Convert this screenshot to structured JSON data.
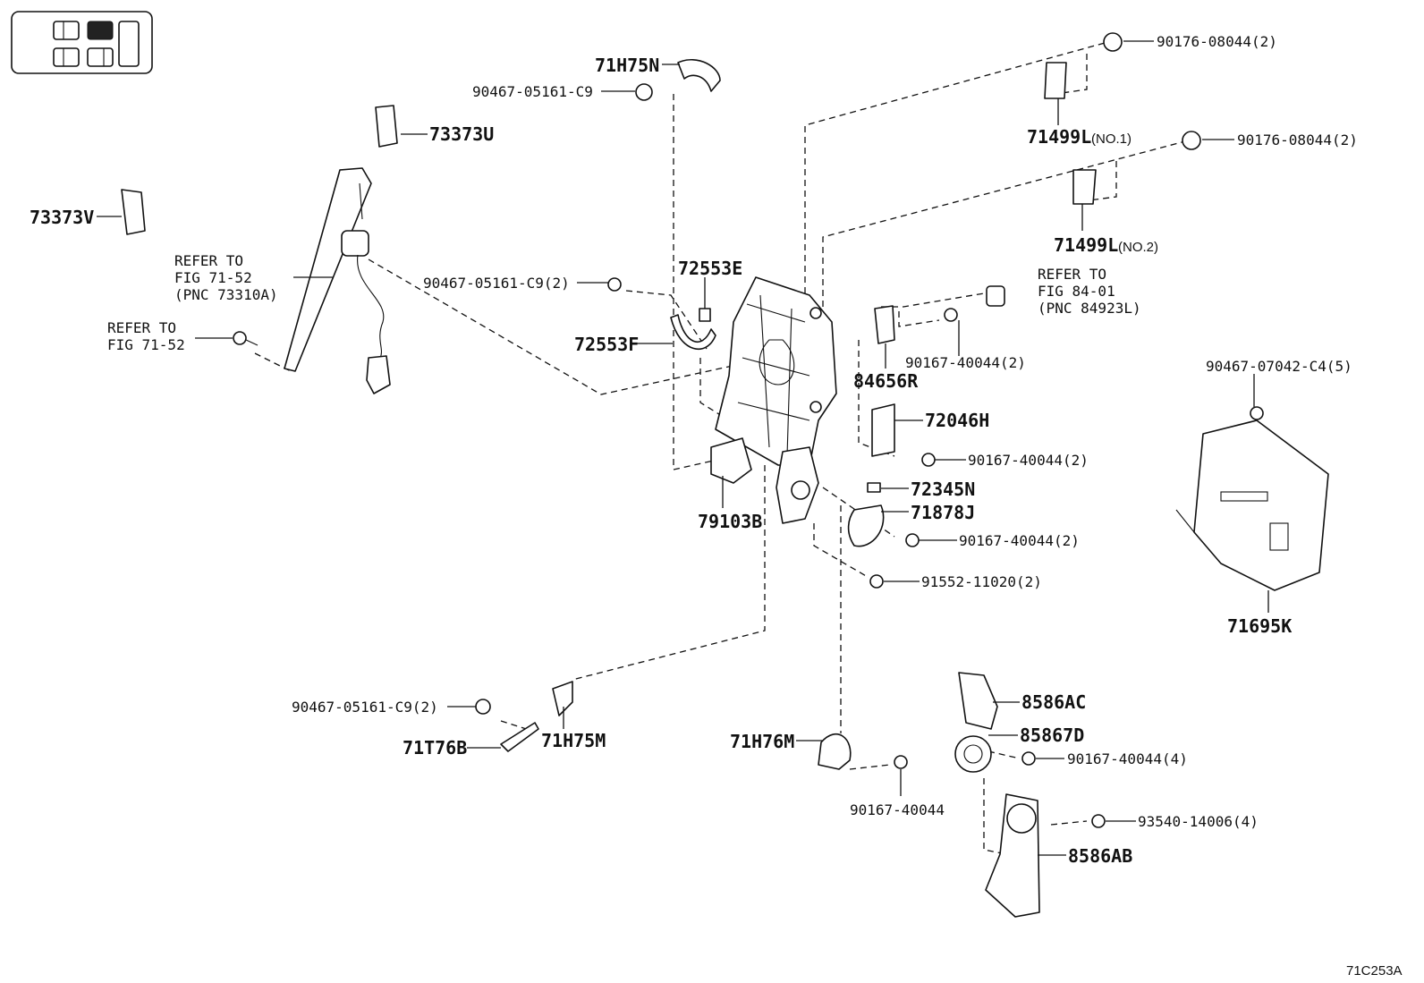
{
  "diagram": {
    "ref_code": "71C253A",
    "refer_notes": {
      "belt": [
        "REFER TO",
        "FIG 71-52",
        "(PNC 73310A)"
      ],
      "anchor": [
        "REFER TO",
        "FIG 71-52"
      ],
      "switch": [
        "REFER TO",
        "FIG 84-01",
        "(PNC 84923L)"
      ]
    },
    "labels": {
      "p71H75N": "71H75N",
      "p90467_05161_C9_top": "90467-05161-C9",
      "p73373U": "73373U",
      "p73373V": "73373V",
      "p90467_05161_C9_2_mid": "90467-05161-C9(2)",
      "p72553E": "72553E",
      "p72553F": "72553F",
      "p90176_08044_a": "90176-08044(2)",
      "p71499L_1": "71499L",
      "p71499L_1_note": "(NO.1)",
      "p90176_08044_b": "90176-08044(2)",
      "p71499L_2": "71499L",
      "p71499L_2_note": "(NO.2)",
      "p90167_40044_2_a": "90167-40044(2)",
      "p84656R": "84656R",
      "p90467_07042_C4": "90467-07042-C4(5)",
      "p72046H": "72046H",
      "p90167_40044_2_b": "90167-40044(2)",
      "p72345N": "72345N",
      "p71878J": "71878J",
      "p90167_40044_2_c": "90167-40044(2)",
      "p91552_11020": "91552-11020(2)",
      "p79103B": "79103B",
      "p71695K": "71695K",
      "p90467_05161_C9_2_low": "90467-05161-C9(2)",
      "p71H75M": "71H75M",
      "p71T76B": "71T76B",
      "p71H76M": "71H76M",
      "p90167_40044": "90167-40044",
      "p8586AC": "8586AC",
      "p85867D": "85867D",
      "p90167_40044_4": "90167-40044(4)",
      "p93540_14006": "93540-14006(4)",
      "p8586AB": "8586AB"
    }
  }
}
